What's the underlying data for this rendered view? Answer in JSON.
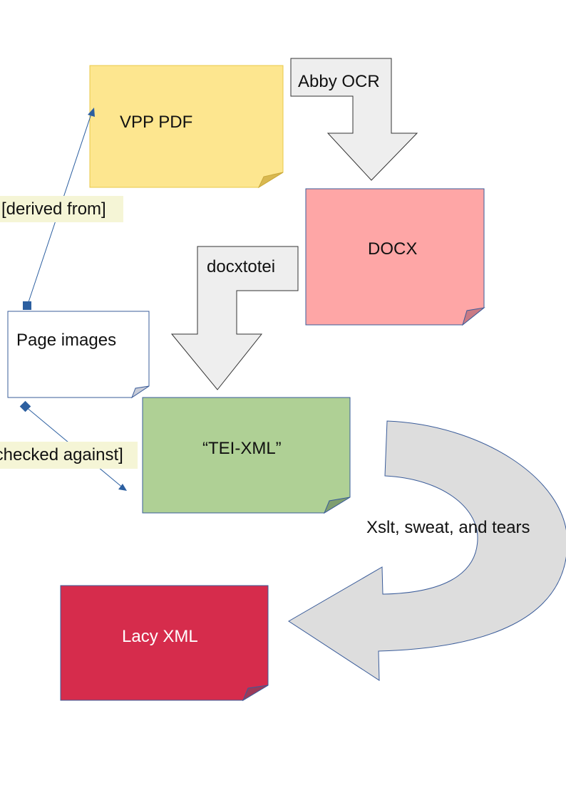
{
  "diagram": {
    "nodes": {
      "vpp_pdf": {
        "label": "VPP PDF",
        "fill": "#fde68f",
        "stroke": "#e9c84a"
      },
      "docx": {
        "label": "DOCX",
        "fill": "#fea6a6",
        "stroke": "#3a5c9a"
      },
      "page_images": {
        "label": "Page images",
        "fill": "#ffffff",
        "stroke": "#3a5c9a"
      },
      "tei_xml": {
        "label": "“TEI-XML”",
        "fill": "#afd095",
        "stroke": "#3a5c9a"
      },
      "lacy_xml": {
        "label": "Lacy XML",
        "fill": "#d62c4c",
        "stroke": "#3a5c9a",
        "text_color": "#ffffff"
      }
    },
    "processes": {
      "abby_ocr": {
        "label": "Abby OCR",
        "fill": "#eeeeee"
      },
      "docxtotei": {
        "label": "docxtotei",
        "fill": "#eeeeee"
      },
      "xslt": {
        "label": "Xslt, sweat, and tears",
        "fill": "#dddddd"
      }
    },
    "relations": {
      "derived_from": {
        "label": "[derived from]",
        "bg": "#f5f5d6"
      },
      "checked_against": {
        "label": "[checked against]",
        "bg": "#f5f5d6"
      }
    },
    "colors": {
      "connector": "#2c5fa0",
      "outline": "#3a5c9a"
    }
  }
}
